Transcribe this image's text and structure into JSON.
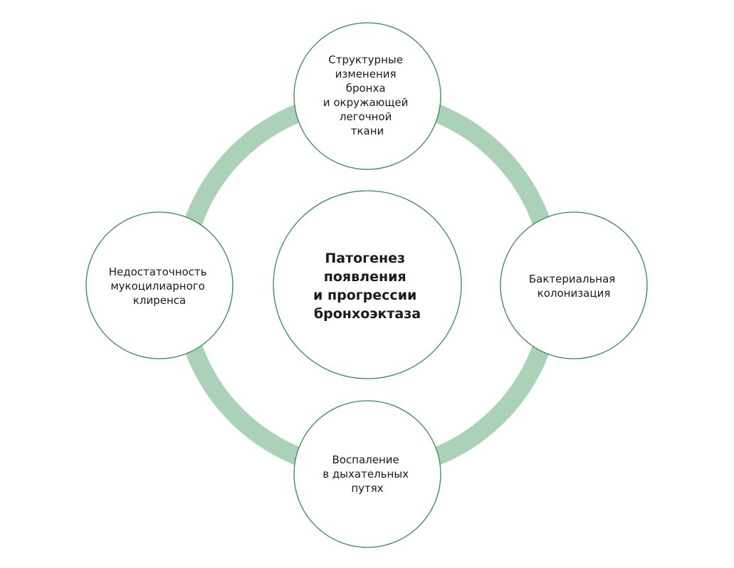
{
  "colors": {
    "ring": "#abd1b9",
    "circle_stroke": "#3a8a55",
    "text": "#1a1a1a"
  },
  "center": {
    "lines": [
      "Патогенез",
      "появления",
      "и прогрессии",
      "бронхоэктаза"
    ]
  },
  "nodes": {
    "top": {
      "lines": [
        "Структурные",
        "изменения",
        "бронха",
        "и окружающей",
        "легочной",
        "ткани"
      ]
    },
    "right": {
      "lines": [
        "Бактериальная",
        "колонизация"
      ]
    },
    "bottom": {
      "lines": [
        "Воспаление",
        "в дыхательных",
        "путях"
      ]
    },
    "left": {
      "lines": [
        "Недостаточность",
        "мукоцилиарного",
        "клиренса"
      ]
    }
  }
}
